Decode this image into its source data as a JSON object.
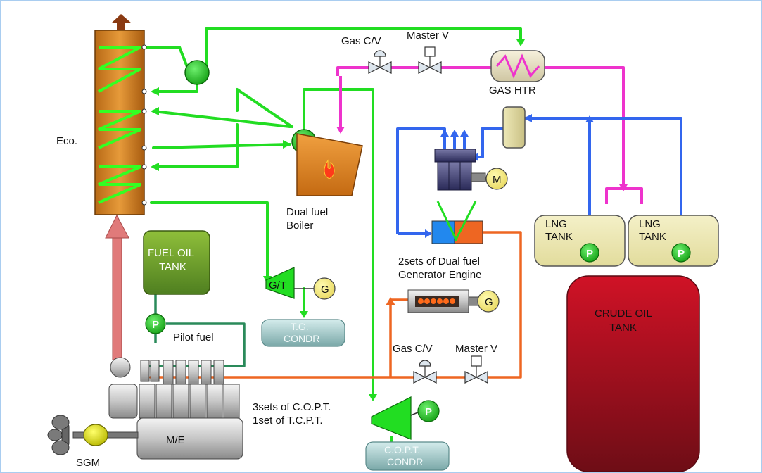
{
  "labels": {
    "eco": "Eco.",
    "gas_cv_top": "Gas C/V",
    "master_v_top": "Master V",
    "gas_htr": "GAS HTR",
    "boiler_l1": "Dual fuel",
    "boiler_l2": "Boiler",
    "motor": "M",
    "fuel_oil_tank_l1": "FUEL OIL",
    "fuel_oil_tank_l2": "TANK",
    "pilot_fuel": "Pilot fuel",
    "gt": "G/T",
    "generator_g1": "G",
    "generator_g2": "G",
    "tg_condr_l1": "T.G.",
    "tg_condr_l2": "CONDR",
    "dfge_l1": "2sets of Dual fuel",
    "dfge_l2": "Generator Engine",
    "lng_tank_1_l1": "LNG",
    "lng_tank_1_l2": "TANK",
    "lng_tank_2_l1": "LNG",
    "lng_tank_2_l2": "TANK",
    "pump_p": "P",
    "crude_oil_tank_l1": "CRUDE OIL",
    "crude_oil_tank_l2": "TANK",
    "gas_cv_bottom": "Gas C/V",
    "master_v_bottom": "Master V",
    "copt_l1": "3sets of C.O.P.T.",
    "copt_l2": "1set of T.C.P.T.",
    "copt_condr_l1": "C.O.P.T.",
    "copt_condr_l2": "CONDR",
    "me": "M/E",
    "sgm": "SGM"
  },
  "colors": {
    "steam_line": "#22dd22",
    "gas_line": "#ee33cc",
    "lng_line": "#3366ee",
    "fuel_line": "#ee6622",
    "pilot_line": "#2a8a5a",
    "exhaust": "#e07a7a"
  }
}
